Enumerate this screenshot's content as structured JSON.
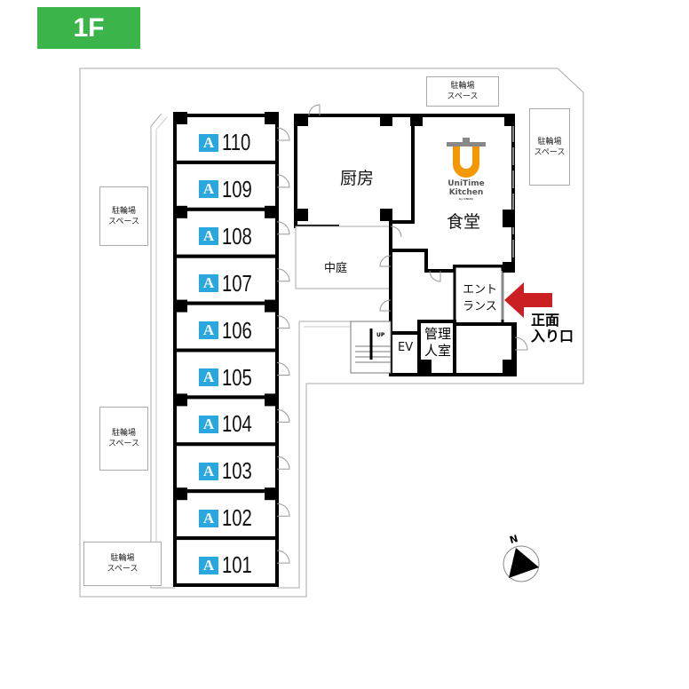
{
  "floor_badge": {
    "label": "1F",
    "color": "#3bb54a"
  },
  "parking_label_line1": "駐輪場",
  "parking_label_line2": "スペース",
  "units": [
    {
      "badge": "A",
      "number": "110"
    },
    {
      "badge": "A",
      "number": "109"
    },
    {
      "badge": "A",
      "number": "108"
    },
    {
      "badge": "A",
      "number": "107"
    },
    {
      "badge": "A",
      "number": "106"
    },
    {
      "badge": "A",
      "number": "105"
    },
    {
      "badge": "A",
      "number": "104"
    },
    {
      "badge": "A",
      "number": "103"
    },
    {
      "badge": "A",
      "number": "102"
    },
    {
      "badge": "A",
      "number": "101"
    }
  ],
  "unit_badge_color": "#29a8e0",
  "rooms": {
    "kitchen": "厨房",
    "dining": "食堂",
    "courtyard": "中庭",
    "entrance_line1": "エント",
    "entrance_line2": "ランス",
    "ev": "EV",
    "manager_line1": "管理",
    "manager_line2": "人室",
    "stairs_up": "UP"
  },
  "logo": {
    "line1": "UniTime",
    "line2": "Kitchen",
    "sub": "by UNIZO",
    "color": "#f39800"
  },
  "main_entrance": {
    "line1": "正面",
    "line2": "入り口",
    "arrow_color": "#cc1f24"
  },
  "compass": {
    "label": "N"
  }
}
